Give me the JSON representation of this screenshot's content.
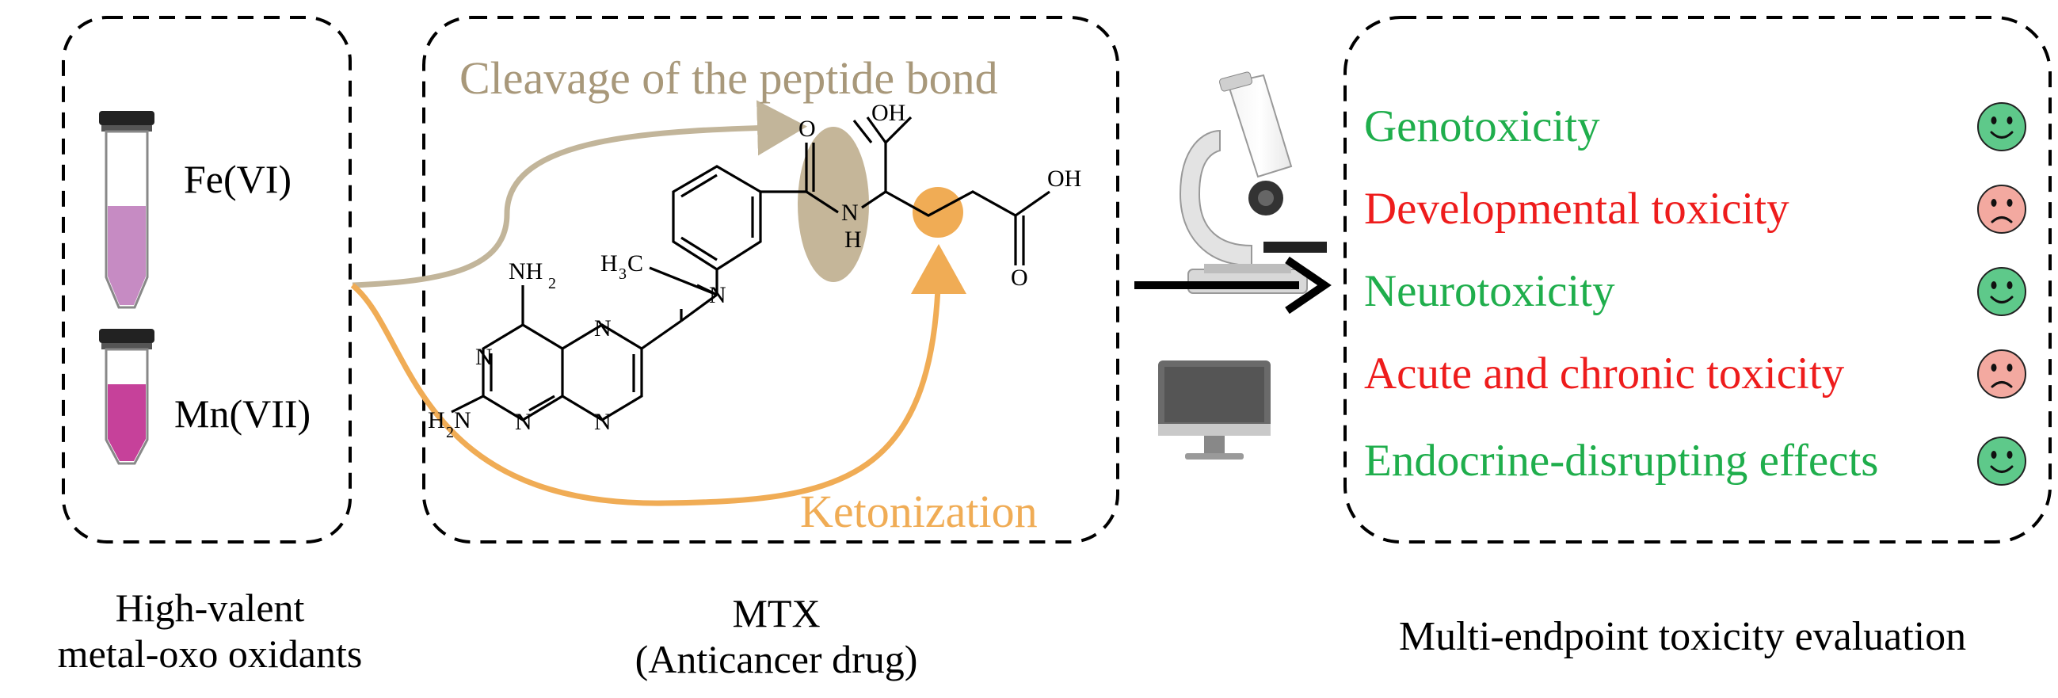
{
  "panels": {
    "oxidants": {
      "reagents": [
        {
          "label": "Fe(VI)",
          "liquid_color": "#c68bc3"
        },
        {
          "label": "Mn(VII)",
          "liquid_color": "#c6419a"
        }
      ],
      "caption_line1": "High-valent",
      "caption_line2": "metal-oxo oxidants"
    },
    "drug": {
      "pathway_top": "Cleavage of the peptide bond",
      "pathway_bottom": "Ketonization",
      "caption_line1": "MTX",
      "caption_line2": "(Anticancer drug)",
      "atoms": {
        "oh1": "OH",
        "oh2": "OH",
        "o1": "O",
        "o2": "O",
        "n_amide": "N",
        "h_amide": "H",
        "nh2_top": "NH",
        "nh2_bottom": "H",
        "sub2": "2",
        "n1": "N",
        "n2": "N",
        "n3": "N",
        "n4": "N",
        "n_methyl": "N",
        "h3c": "H",
        "sub3": "3",
        "c_methyl": "C"
      }
    },
    "evaluation": {
      "caption": "Multi-endpoint toxicity evaluation",
      "endpoints": [
        {
          "label": "Genotoxicity",
          "color": "#1fae4c",
          "face": "happy"
        },
        {
          "label": "Developmental toxicity",
          "color": "#ee1c1c",
          "face": "sad"
        },
        {
          "label": "Neurotoxicity",
          "color": "#1fae4c",
          "face": "happy"
        },
        {
          "label": "Acute and chronic toxicity",
          "color": "#ee1c1c",
          "face": "sad"
        },
        {
          "label": "Endocrine-disrupting effects",
          "color": "#1fae4c",
          "face": "happy"
        }
      ]
    }
  },
  "colors": {
    "cleavage": "#a8987a",
    "ketonization": "#f0ac55",
    "happy_face": "#5ec98a",
    "sad_face": "#f3a9a0"
  },
  "icons": [
    "test-tube-icon",
    "microscope-icon",
    "computer-monitor-icon",
    "happy-face-icon",
    "sad-face-icon"
  ]
}
